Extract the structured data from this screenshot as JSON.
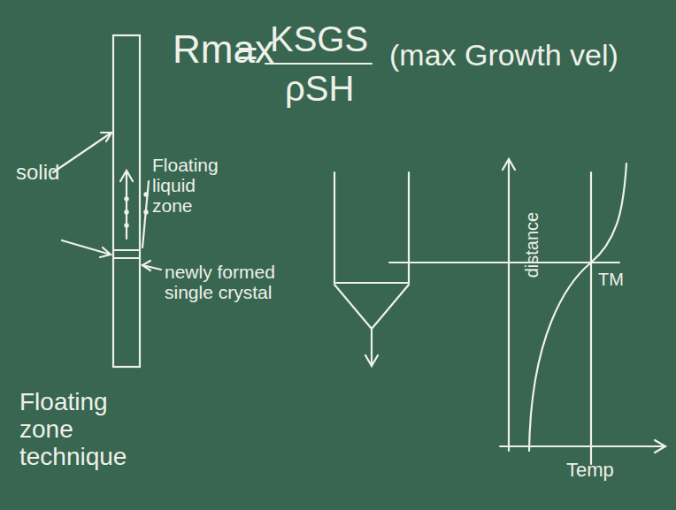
{
  "diagram": {
    "labels": [
      "Rmax",
      "=",
      "KSGS",
      "ρSH",
      "(max Growth vel)",
      "solid",
      "Floating liquid zone",
      "newly formed single crystal",
      "Floating zone technique",
      "distance",
      "TM",
      "Temp"
    ]
  }
}
